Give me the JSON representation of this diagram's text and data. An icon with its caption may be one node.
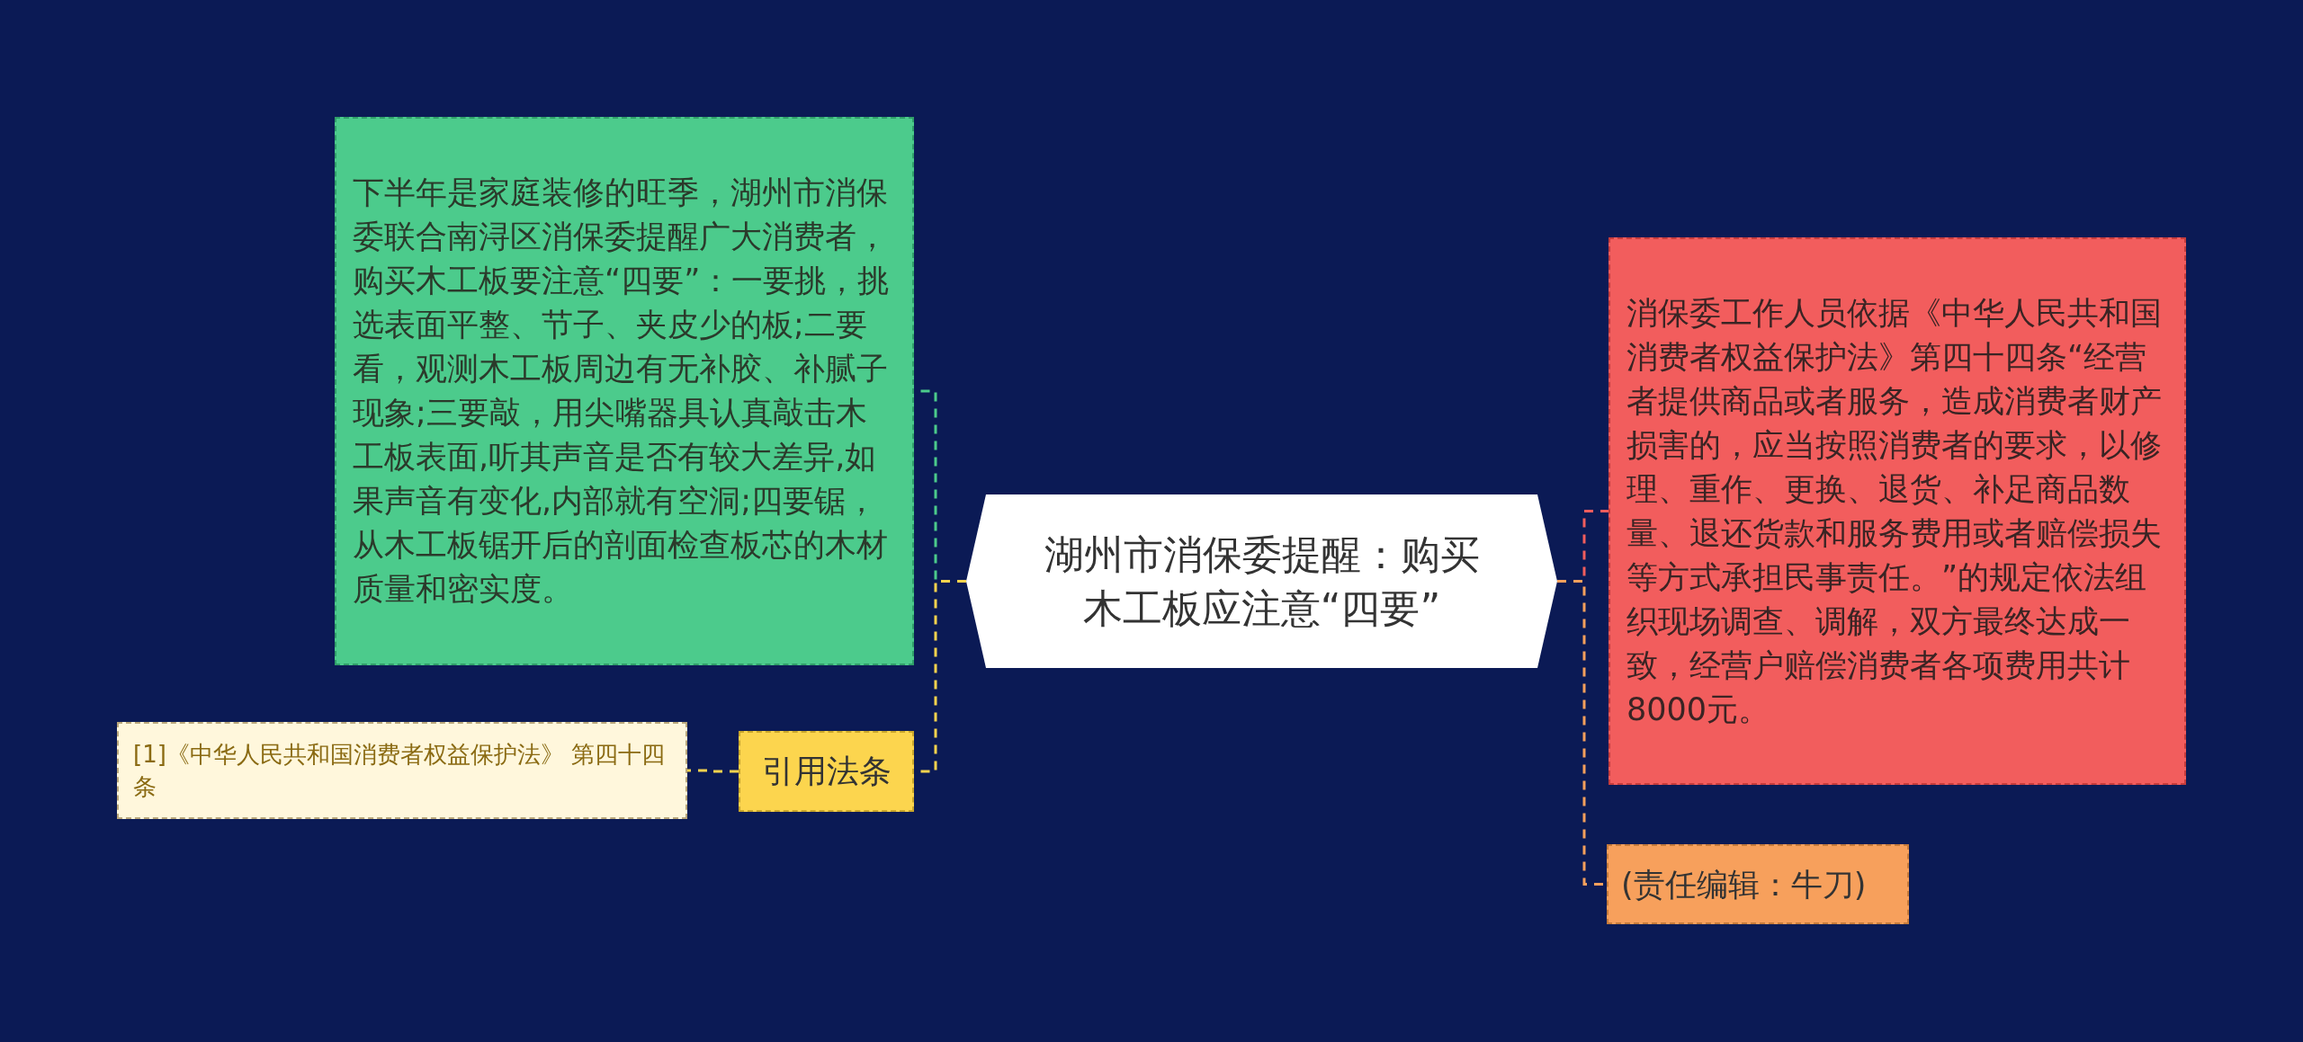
{
  "diagram": {
    "nodes": [
      {
        "text": [
          "湖州市消保委提醒：购买木工板应注意“四要”"
        ]
      },
      {
        "text": [
          "下半年是家庭装修的旺季，湖州市消保委联合南浔区消保委提醒广大消费者，购买木工板要注意“四要”：一要挑，挑选表面平整、节子、夹皮少的板;二要看，观测木工板周边有无补胶、补腻子现象;三要敲，用尖嘴器具认真敲击木工板表面,听其声音是否有较大差异,如果声音有变化,内部就有空洞;四要锯，从木工板锯开后的剖面检查板芯的木材质量和密实度。"
        ]
      },
      {
        "text": [
          "引用法条"
        ]
      },
      {
        "text": [
          "[1]《中华人民共和国消费者权益保护法》 第四十四条"
        ]
      },
      {
        "text": [
          "消保委工作人员依据《中华人民共和国消费者权益保护法》第四十四条“经营者提供商品或者服务，造成消费者财产损害的，应当按照消费者的要求，以修理、重作、更换、退货、补足商品数量、退还货款和服务费用或者赔偿损失等方式承担民事责任。”的规定依法组织现场调查、调解，双方最终达成一致，经营户赔偿消费者各项费用共计8000元。"
        ]
      },
      {
        "text": [
          "(责任编辑：牛刀)"
        ]
      }
    ],
    "edges": [
      {
        "from": 0,
        "to": 1,
        "arrow": "none",
        "style": "dashed",
        "color": "#4ccb8c"
      },
      {
        "from": 0,
        "to": 2,
        "arrow": "none",
        "style": "dashed",
        "color": "#f7d34e"
      },
      {
        "from": 2,
        "to": 3,
        "arrow": "none",
        "style": "dashed",
        "color": "#f7d34e"
      },
      {
        "from": 0,
        "to": 4,
        "arrow": "none",
        "style": "dashed",
        "color": "#f25d5d"
      },
      {
        "from": 0,
        "to": 5,
        "arrow": "none",
        "style": "dashed",
        "color": "#f7a05c"
      }
    ]
  }
}
